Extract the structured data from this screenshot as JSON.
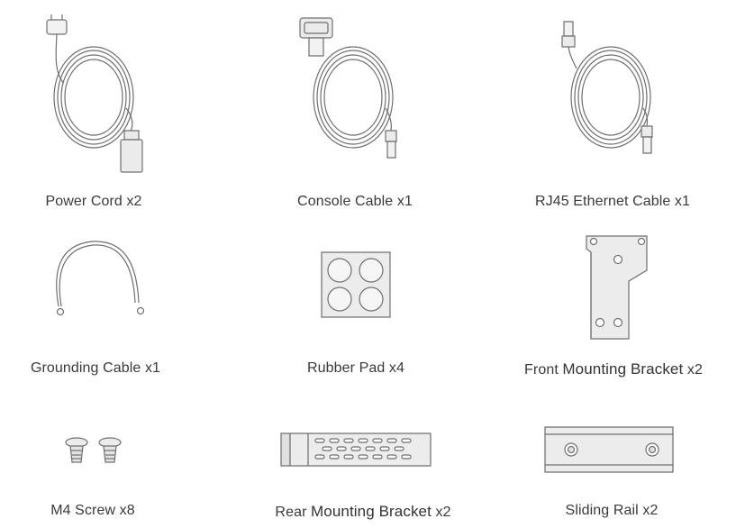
{
  "items": [
    {
      "label": "Power Cord x2",
      "icon": "power-cord-icon"
    },
    {
      "label": "Console Cable x1",
      "icon": "console-cable-icon"
    },
    {
      "label": "RJ45 Ethernet Cable x1",
      "icon": "ethernet-cable-icon"
    },
    {
      "label": "Grounding Cable x1",
      "icon": "grounding-cable-icon"
    },
    {
      "label": "Rubber Pad x4",
      "icon": "rubber-pad-icon"
    },
    {
      "label_pre": "Front ",
      "label_strong": "Mounting Bracket",
      "label_post": " x2",
      "icon": "front-bracket-icon"
    },
    {
      "label": "M4 Screw x8",
      "icon": "screw-icon"
    },
    {
      "label_pre": "Rear ",
      "label_strong": "Mounting Bracket",
      "label_post": " x2",
      "icon": "rear-bracket-icon"
    },
    {
      "label": "Sliding Rail x2",
      "icon": "sliding-rail-icon"
    }
  ],
  "colors": {
    "line": "#6f6f6f",
    "fill": "#ebebeb",
    "text": "#3a3a3a"
  }
}
